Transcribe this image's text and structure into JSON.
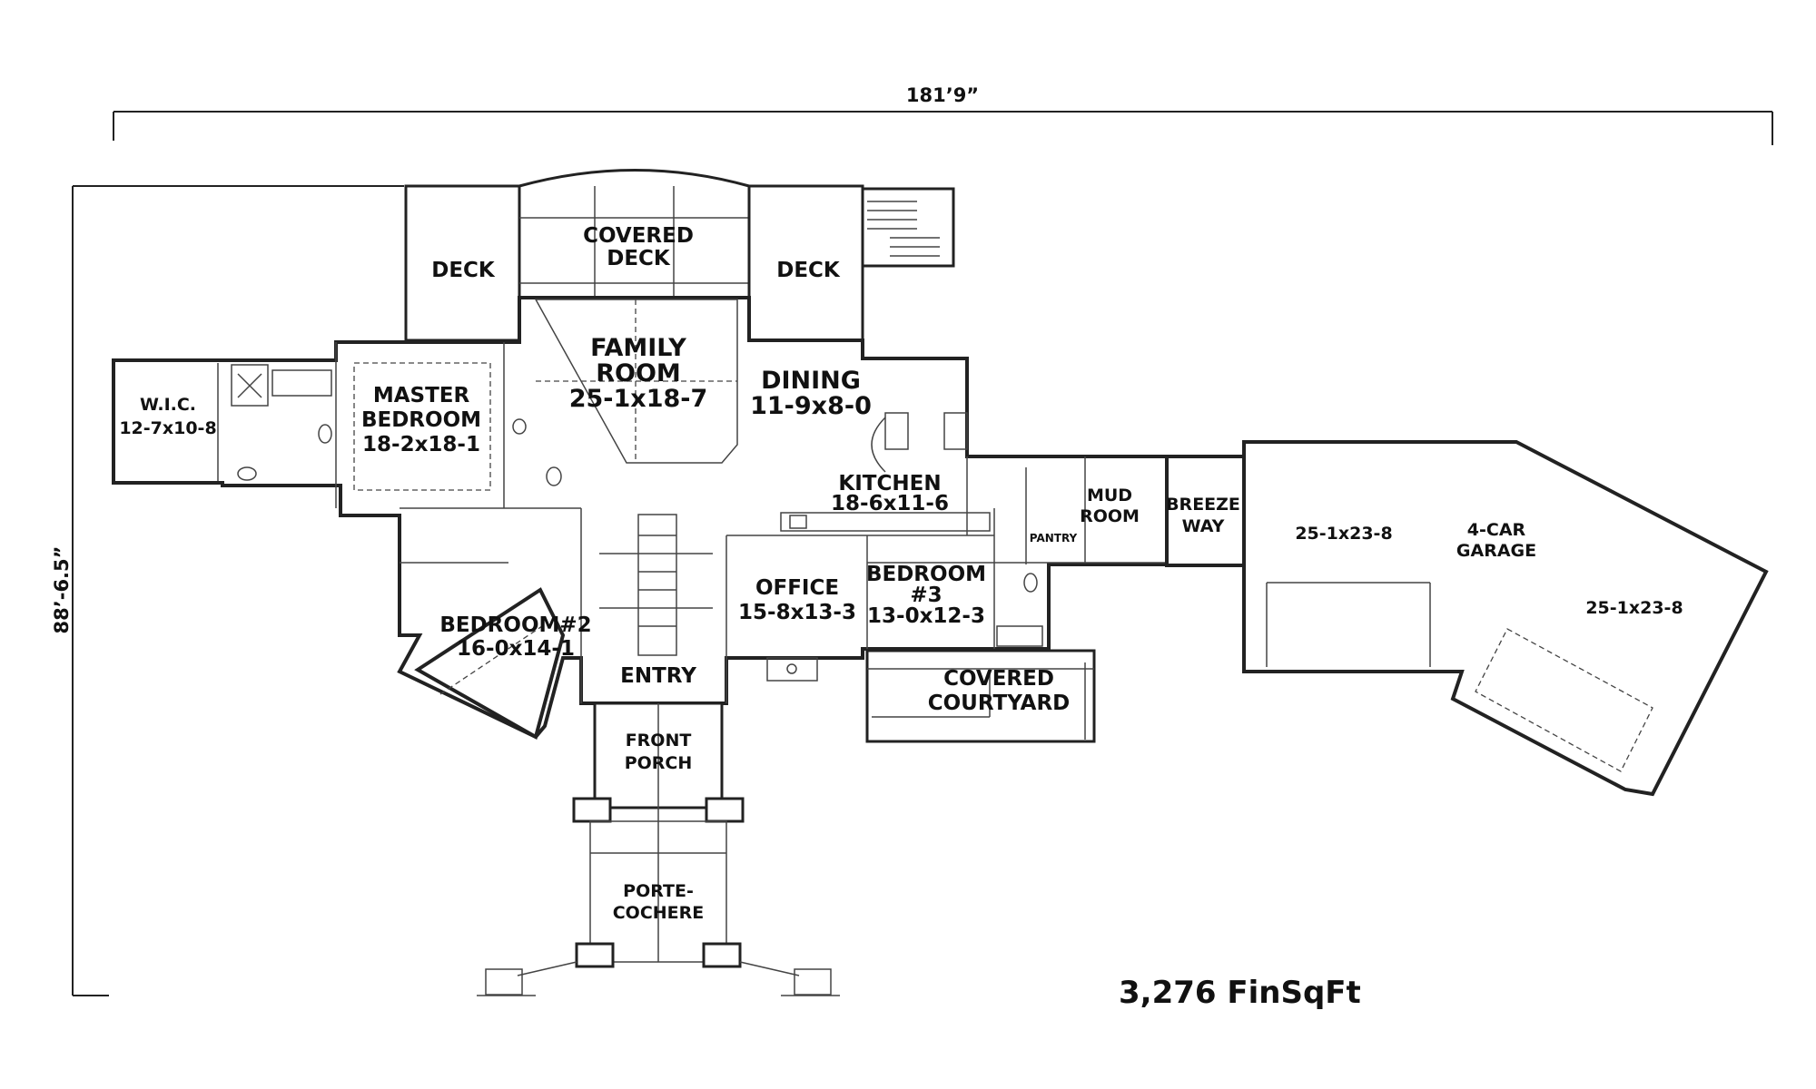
{
  "dimensions": {
    "width": "181’9”",
    "depth": "88’-6.5”"
  },
  "total_sqft": "3,276 FinSqFt",
  "rooms": {
    "deck_left": "DECK",
    "covered_deck_1": "COVERED",
    "covered_deck_2": "DECK",
    "deck_right": "DECK",
    "family_1": "FAMILY",
    "family_2": "ROOM",
    "family_size": "25-1x18-7",
    "dining": "DINING",
    "dining_size": "11-9x8-0",
    "kitchen": "KITCHEN",
    "kitchen_size": "18-6x11-6",
    "wic": "W.I.C.",
    "wic_size": "12-7x10-8",
    "master_1": "MASTER",
    "master_2": "BEDROOM",
    "master_size": "18-2x18-1",
    "bedroom2": "BEDROOM#2",
    "bedroom2_size": "16-0x14-1",
    "entry": "ENTRY",
    "office": "OFFICE",
    "office_size": "15-8x13-3",
    "bedroom3_1": "BEDROOM",
    "bedroom3_2": "#3",
    "bedroom3_size": "13-0x12-3",
    "mud_1": "MUD",
    "mud_2": "ROOM",
    "pantry": "PANTRY",
    "breeze_1": "BREEZE",
    "breeze_2": "WAY",
    "courtyard_1": "COVERED",
    "courtyard_2": "COURTYARD",
    "front_porch_1": "FRONT",
    "front_porch_2": "PORCH",
    "porte_1": "PORTE-",
    "porte_2": "COCHERE",
    "garage_bay_left": "25-1x23-8",
    "garage_1": "4-CAR",
    "garage_2": "GARAGE",
    "garage_bay_right": "25-1x23-8"
  },
  "colors": {
    "room_fill": "#f5f3c4",
    "wall": "#222222",
    "background": "#ffffff"
  }
}
